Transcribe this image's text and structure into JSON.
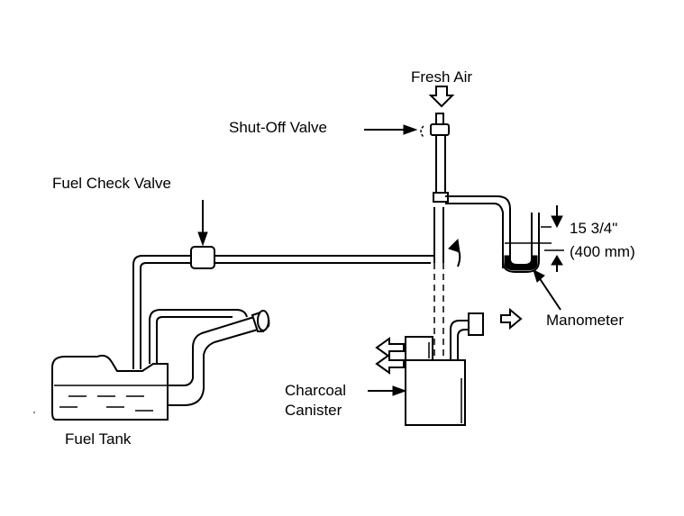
{
  "labels": {
    "fresh_air": "Fresh Air",
    "shut_off_valve": "Shut-Off Valve",
    "fuel_check_valve": "Fuel Check Valve",
    "height": "15 3/4\"",
    "height_mm": "(400 mm)",
    "manometer": "Manometer",
    "charcoal_canister_line1": "Charcoal",
    "charcoal_canister_line2": "Canister",
    "fuel_tank": "Fuel Tank"
  }
}
